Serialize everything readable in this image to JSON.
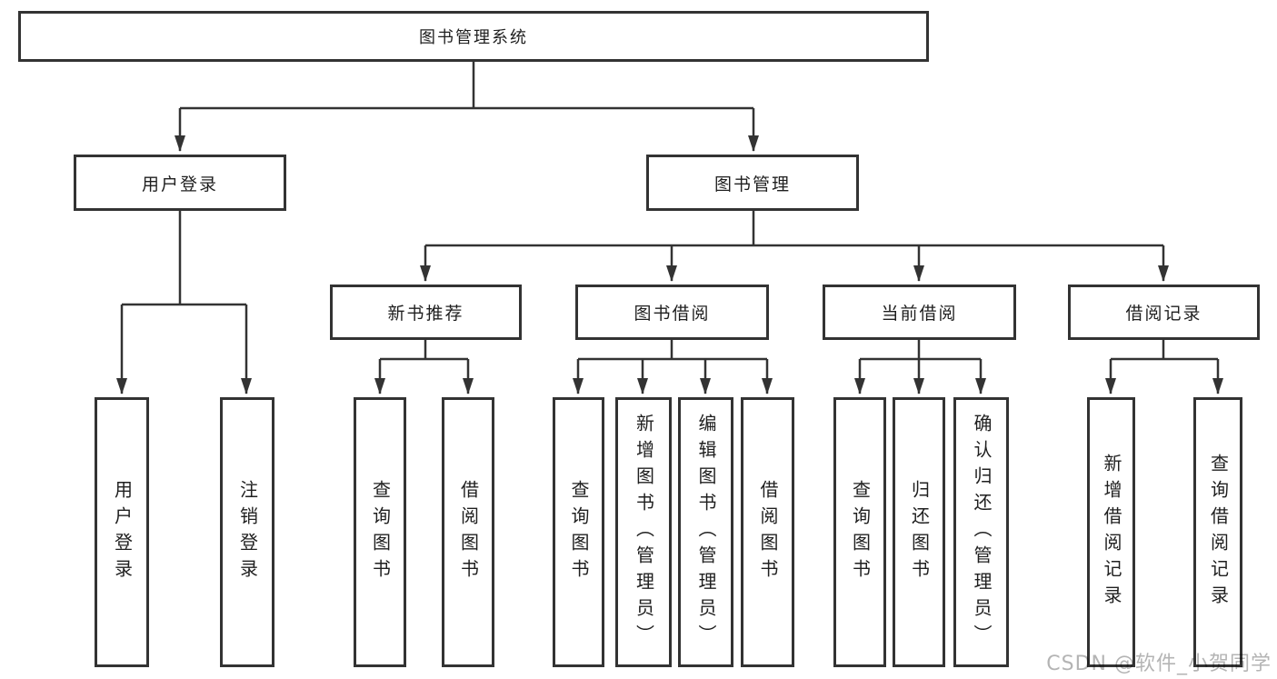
{
  "diagram": {
    "root": {
      "label": "图书管理系统"
    },
    "branches": [
      {
        "label": "用户登录",
        "children": [
          {
            "label": "用户登录"
          },
          {
            "label": "注销登录"
          }
        ]
      },
      {
        "label": "图书管理",
        "children": [
          {
            "label": "新书推荐",
            "children": [
              {
                "label": "查询图书"
              },
              {
                "label": "借阅图书"
              }
            ]
          },
          {
            "label": "图书借阅",
            "children": [
              {
                "label": "查询图书"
              },
              {
                "label": "新增图书（管理员）"
              },
              {
                "label": "编辑图书（管理员）"
              },
              {
                "label": "借阅图书"
              }
            ]
          },
          {
            "label": "当前借阅",
            "children": [
              {
                "label": "查询图书"
              },
              {
                "label": "归还图书"
              },
              {
                "label": "确认归还（管理员）"
              }
            ]
          },
          {
            "label": "借阅记录",
            "children": [
              {
                "label": "新增借阅记录"
              },
              {
                "label": "查询借阅记录"
              }
            ]
          }
        ]
      }
    ]
  },
  "watermark": {
    "text": "CSDN @软件_小贺同学"
  },
  "colors": {
    "line": "#333333",
    "background": "#ffffff",
    "text": "#1f1f1f",
    "watermark": "#b4b4b4"
  }
}
